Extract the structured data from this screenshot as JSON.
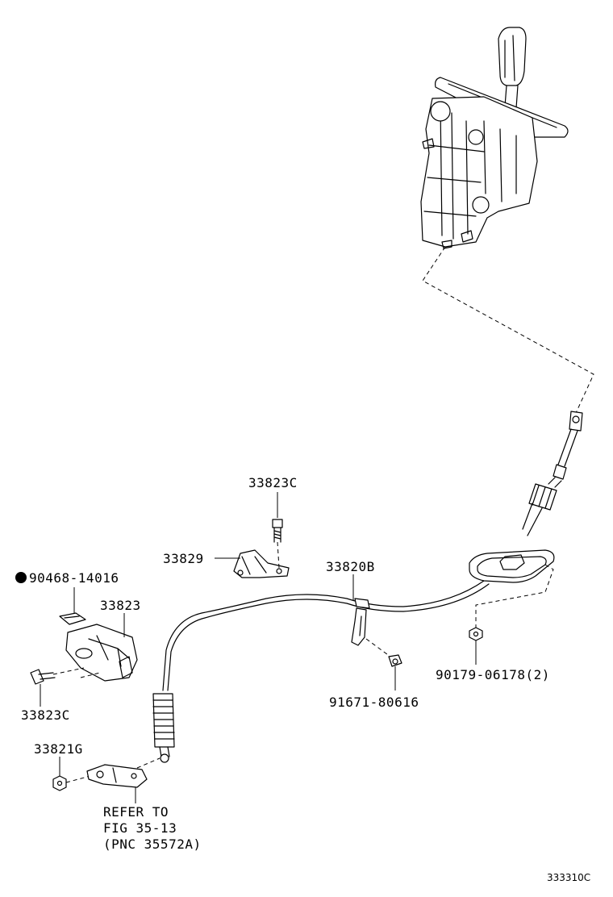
{
  "labels": {
    "p33823C_top": "33823C",
    "p33829": "33829",
    "p33820B": "33820B",
    "p90468": "90468-14016",
    "p33823": "33823",
    "p33823C_bottom": "33823C",
    "p90179": "90179-06178(2)",
    "p91671": "91671-80616",
    "p33821G": "33821G",
    "refer_line1": "REFER TO",
    "refer_line2": "FIG 35-13",
    "refer_line3": "(PNC 35572A)",
    "figure_code": "333310C"
  }
}
